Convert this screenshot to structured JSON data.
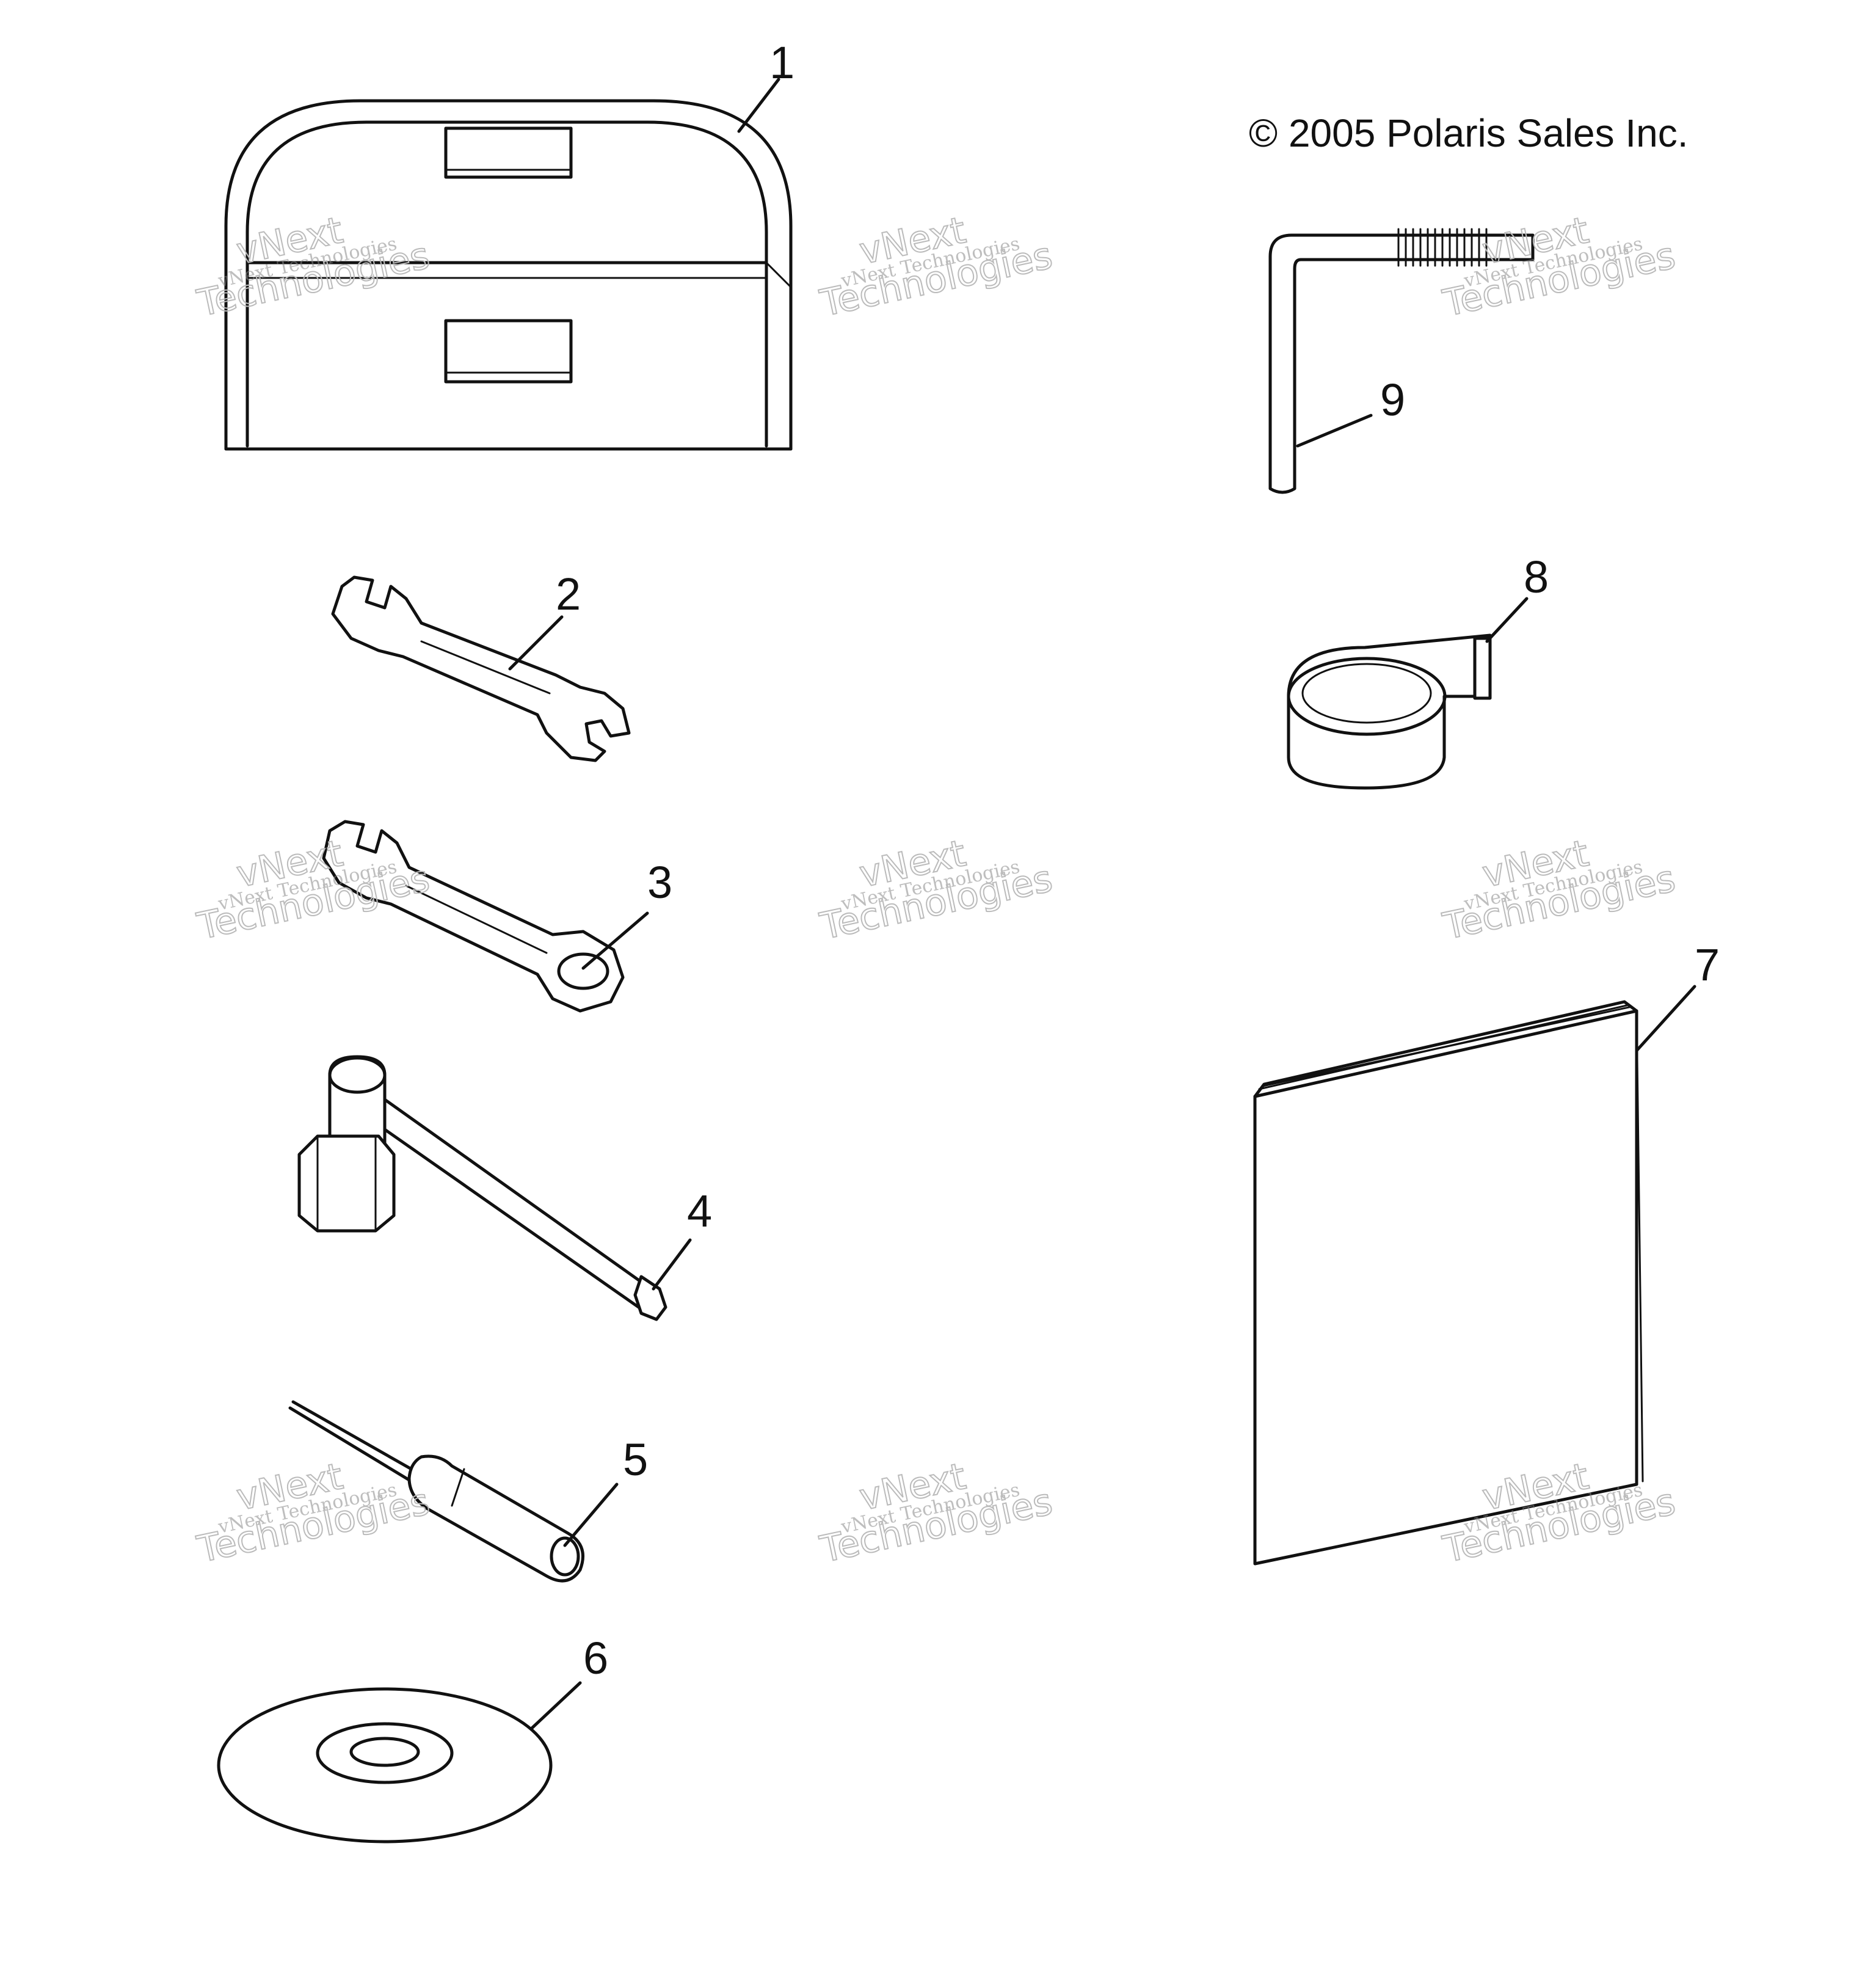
{
  "copyright": "© 2005 Polaris Sales Inc.",
  "callouts": [
    "1",
    "2",
    "3",
    "4",
    "5",
    "6",
    "7",
    "8",
    "9"
  ],
  "watermark": {
    "line1": "vNext Technologies",
    "line2a": "vNext",
    "line2b": "Technologies"
  },
  "parts": [
    {
      "ref": "1",
      "icon": "tool-pouch-icon"
    },
    {
      "ref": "2",
      "icon": "open-end-wrench-icon"
    },
    {
      "ref": "3",
      "icon": "combination-wrench-icon"
    },
    {
      "ref": "4",
      "icon": "spark-plug-socket-wrench-icon"
    },
    {
      "ref": "5",
      "icon": "screwdriver-icon"
    },
    {
      "ref": "6",
      "icon": "disc-icon"
    },
    {
      "ref": "7",
      "icon": "owner-manual-icon"
    },
    {
      "ref": "8",
      "icon": "strap-icon"
    },
    {
      "ref": "9",
      "icon": "hex-key-icon"
    }
  ]
}
